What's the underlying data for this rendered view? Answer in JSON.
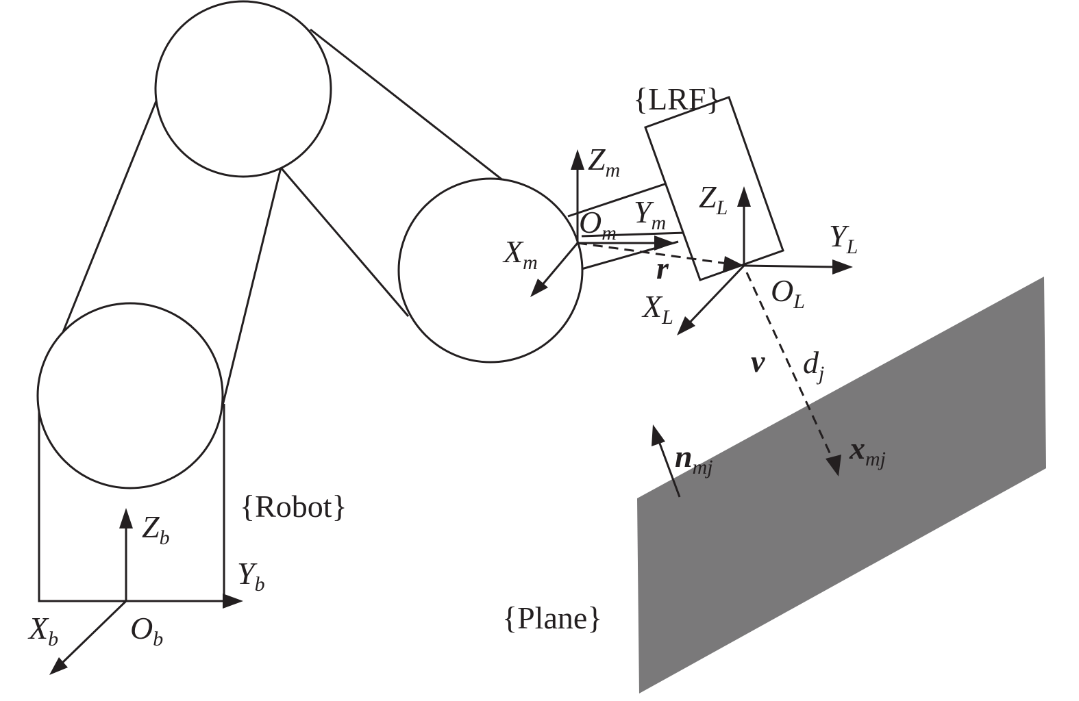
{
  "frames": {
    "robot": "{Robot}",
    "lrf": "{LRF}",
    "plane": "{Plane}"
  },
  "base": {
    "x_main": "X",
    "x_sub": "b",
    "y_main": "Y",
    "y_sub": "b",
    "z_main": "Z",
    "z_sub": "b",
    "o_main": "O",
    "o_sub": "b"
  },
  "mount": {
    "x_main": "X",
    "x_sub": "m",
    "y_main": "Y",
    "y_sub": "m",
    "z_main": "Z",
    "z_sub": "m",
    "o_main": "O",
    "o_sub": "m"
  },
  "lrf_axes": {
    "x_main": "X",
    "x_sub": "L",
    "y_main": "Y",
    "y_sub": "L",
    "z_main": "Z",
    "z_sub": "L",
    "o_main": "O",
    "o_sub": "L"
  },
  "vectors": {
    "r": "r",
    "v": "v",
    "d_main": "d",
    "d_sub": "j",
    "n_main": "n",
    "n_sub": "mj",
    "x_main": "x",
    "x_sub": "mj"
  },
  "colors": {
    "line": "#231f20",
    "plane_fill": "#7a797a",
    "background": "#ffffff"
  }
}
